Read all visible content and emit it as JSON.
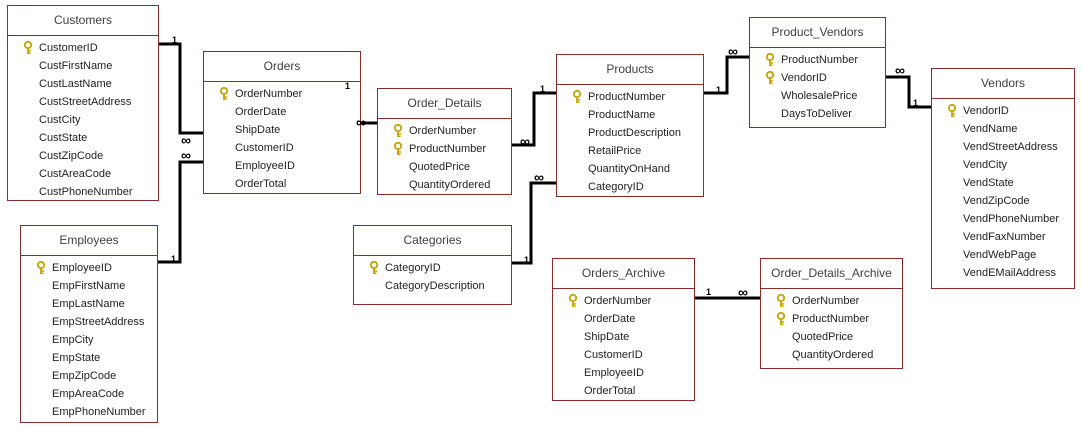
{
  "tables": [
    {
      "id": "customers",
      "title": "Customers",
      "fields": [
        {
          "name": "CustomerID",
          "pk": true
        },
        {
          "name": "CustFirstName"
        },
        {
          "name": "CustLastName"
        },
        {
          "name": "CustStreetAddress"
        },
        {
          "name": "CustCity"
        },
        {
          "name": "CustState"
        },
        {
          "name": "CustZipCode"
        },
        {
          "name": "CustAreaCode"
        },
        {
          "name": "CustPhoneNumber"
        }
      ]
    },
    {
      "id": "employees",
      "title": "Employees",
      "fields": [
        {
          "name": "EmployeeID",
          "pk": true
        },
        {
          "name": "EmpFirstName"
        },
        {
          "name": "EmpLastName"
        },
        {
          "name": "EmpStreetAddress"
        },
        {
          "name": "EmpCity"
        },
        {
          "name": "EmpState"
        },
        {
          "name": "EmpZipCode"
        },
        {
          "name": "EmpAreaCode"
        },
        {
          "name": "EmpPhoneNumber"
        }
      ]
    },
    {
      "id": "orders",
      "title": "Orders",
      "fields": [
        {
          "name": "OrderNumber",
          "pk": true
        },
        {
          "name": "OrderDate"
        },
        {
          "name": "ShipDate"
        },
        {
          "name": "CustomerID"
        },
        {
          "name": "EmployeeID"
        },
        {
          "name": "OrderTotal"
        }
      ]
    },
    {
      "id": "order_details",
      "title": "Order_Details",
      "fields": [
        {
          "name": "OrderNumber",
          "pk": true
        },
        {
          "name": "ProductNumber",
          "pk": true
        },
        {
          "name": "QuotedPrice"
        },
        {
          "name": "QuantityOrdered"
        }
      ]
    },
    {
      "id": "categories",
      "title": "Categories",
      "fields": [
        {
          "name": "CategoryID",
          "pk": true
        },
        {
          "name": "CategoryDescription"
        }
      ]
    },
    {
      "id": "products",
      "title": "Products",
      "fields": [
        {
          "name": "ProductNumber",
          "pk": true
        },
        {
          "name": "ProductName"
        },
        {
          "name": "ProductDescription"
        },
        {
          "name": "RetailPrice"
        },
        {
          "name": "QuantityOnHand"
        },
        {
          "name": "CategoryID"
        }
      ]
    },
    {
      "id": "orders_archive",
      "title": "Orders_Archive",
      "fields": [
        {
          "name": "OrderNumber",
          "pk": true
        },
        {
          "name": "OrderDate"
        },
        {
          "name": "ShipDate"
        },
        {
          "name": "CustomerID"
        },
        {
          "name": "EmployeeID"
        },
        {
          "name": "OrderTotal"
        }
      ]
    },
    {
      "id": "order_details_archive",
      "title": "Order_Details_Archive",
      "fields": [
        {
          "name": "OrderNumber",
          "pk": true
        },
        {
          "name": "ProductNumber",
          "pk": true
        },
        {
          "name": "QuotedPrice"
        },
        {
          "name": "QuantityOrdered"
        }
      ]
    },
    {
      "id": "product_vendors",
      "title": "Product_Vendors",
      "fields": [
        {
          "name": "ProductNumber",
          "pk": true
        },
        {
          "name": "VendorID",
          "pk": true
        },
        {
          "name": "WholesalePrice"
        },
        {
          "name": "DaysToDeliver"
        }
      ]
    },
    {
      "id": "vendors",
      "title": "Vendors",
      "fields": [
        {
          "name": "VendorID",
          "pk": true
        },
        {
          "name": "VendName"
        },
        {
          "name": "VendStreetAddress"
        },
        {
          "name": "VendCity"
        },
        {
          "name": "VendState"
        },
        {
          "name": "VendZipCode"
        },
        {
          "name": "VendPhoneNumber"
        },
        {
          "name": "VendFaxNumber"
        },
        {
          "name": "VendWebPage"
        },
        {
          "name": "VendEMailAddress"
        }
      ]
    }
  ],
  "relationships": [
    {
      "one": "customers",
      "many": "orders",
      "one_label": "1",
      "many_label": "∞"
    },
    {
      "one": "employees",
      "many": "orders",
      "one_label": "1",
      "many_label": "∞"
    },
    {
      "one": "orders",
      "many": "order_details",
      "one_label": "1",
      "many_label": "∞"
    },
    {
      "one": "products",
      "many": "order_details",
      "one_label": "1",
      "many_label": "∞"
    },
    {
      "one": "categories",
      "many": "products",
      "one_label": "1",
      "many_label": "∞"
    },
    {
      "one": "products",
      "many": "product_vendors",
      "one_label": "1",
      "many_label": "∞"
    },
    {
      "one": "vendors",
      "many": "product_vendors",
      "one_label": "1",
      "many_label": "∞"
    },
    {
      "one": "orders_archive",
      "many": "order_details_archive",
      "one_label": "1",
      "many_label": "∞"
    }
  ],
  "colors": {
    "table_border": "#8b2b2b",
    "line": "#000000",
    "key": "#c8a200"
  }
}
